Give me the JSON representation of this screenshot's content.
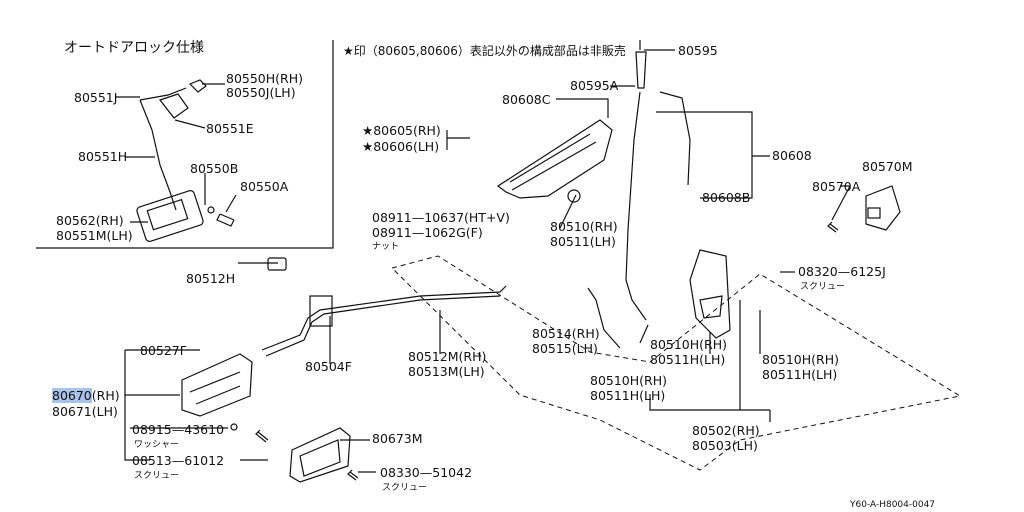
{
  "inset": {
    "title": "オートドアロック仕様",
    "labels": {
      "p80550h": "80550H(RH)",
      "p80550j": "80550J(LH)",
      "p80551j": "80551J",
      "p80551e": "80551E",
      "p80551h": "80551H",
      "p80550b": "80550B",
      "p80550a": "80550A",
      "p80562": "80562(RH)",
      "p80551m": "80551M(LH)"
    }
  },
  "note": "★印（80605,80606）表記以外の構成部品は非販売",
  "labels": {
    "p80595": "80595",
    "p80595a": "80595A",
    "p80608c": "80608C",
    "p80605": "★80605(RH)",
    "p80606": "★80606(LH)",
    "p80608": "80608",
    "p80570m": "80570M",
    "p80570a": "80570A",
    "p80608b": "80608B",
    "p08911a": "08911—10637(HT+V)",
    "p08911b": "08911—1062G(F)",
    "p08911note": "ナット",
    "p80510rh": "80510(RH)",
    "p80511lh": "80511(LH)",
    "p80512h": "80512H",
    "p08320": "08320—6125J",
    "p08320note": "スクリュー",
    "p80514": "80514(RH)",
    "p80515": "80515(LH)",
    "p80510h_a": "80510H(RH)",
    "p80511h_a": "80511H(LH)",
    "p80510h_b": "80510H(RH)",
    "p80511h_b": "80511H(LH)",
    "p80510h_c": "80510H(RH)",
    "p80511h_c": "80511H(LH)",
    "p80527f": "80527F",
    "p80504f": "80504F",
    "p80512m": "80512M(RH)",
    "p80513m": "80513M(LH)",
    "p80670": "80670",
    "p80670rh": "(RH)",
    "p80671": "80671(LH)",
    "p08915": "08915—43610",
    "p08915note": "ワッシャー",
    "p08513": "08513—61012",
    "p08513note": "スクリュー",
    "p80673m": "80673M",
    "p08330": "08330—51042",
    "p08330note": "スクリュー",
    "p80502": "80502(RH)",
    "p80503": "80503(LH)"
  },
  "code": "Y60-A-H8004-0047"
}
